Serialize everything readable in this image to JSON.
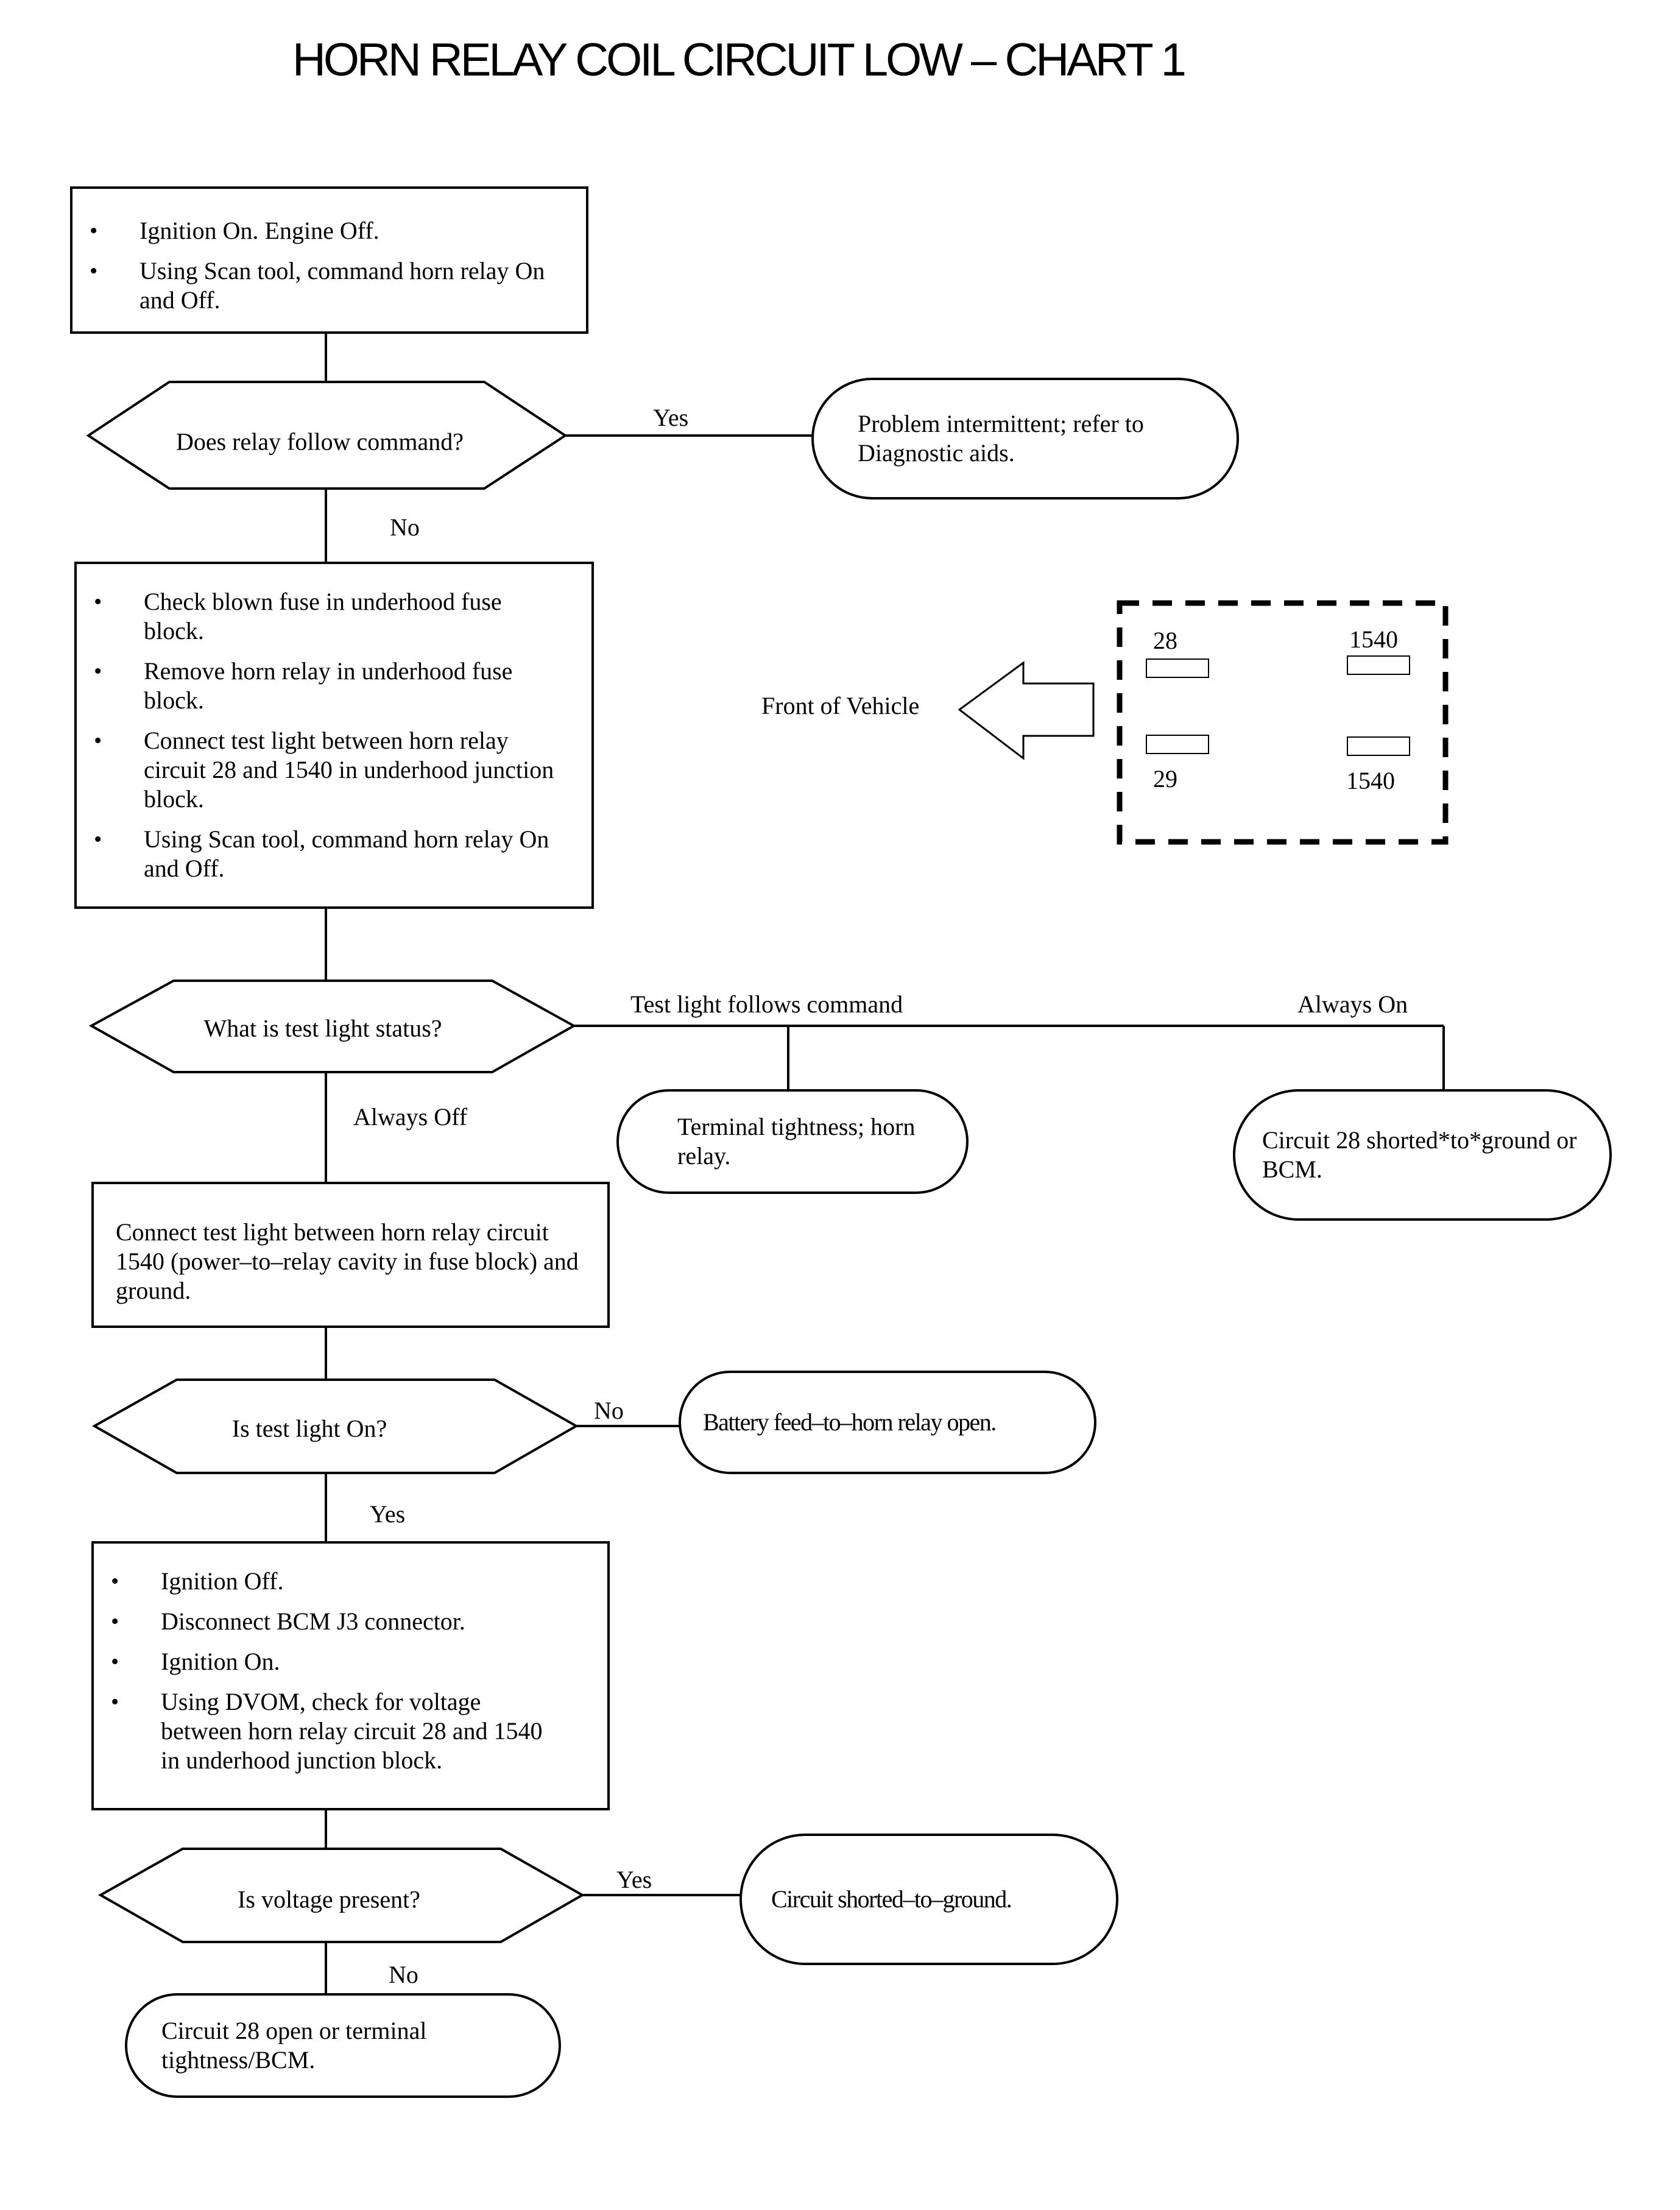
{
  "title": "HORN RELAY COIL CIRCUIT LOW – CHART 1",
  "steps": {
    "step1": [
      "Ignition On. Engine Off.",
      "Using Scan tool, command horn relay On and Off."
    ],
    "step2": [
      "Check blown fuse in underhood fuse block.",
      "Remove horn relay in underhood fuse block.",
      "Connect test light between horn relay circuit 28 and 1540 in underhood junction block.",
      "Using Scan tool, command horn relay On and Off."
    ],
    "step3": "Connect test light between horn relay circuit 1540 (power–to–relay cavity in fuse block) and ground.",
    "step4": [
      "Ignition Off.",
      "Disconnect BCM J3 connector.",
      "Ignition On.",
      "Using DVOM, check for voltage between horn relay circuit 28 and 1540 in underhood junction block."
    ]
  },
  "decisions": {
    "d1": "Does relay follow command?",
    "d2": "What is test light status?",
    "d3": "Is test light On?",
    "d4": "Is voltage present?"
  },
  "terminals": {
    "t1": "Problem intermittent; refer to Diagnostic aids.",
    "t2": "Terminal tightness; horn relay.",
    "t3": "Circuit 28 shorted*to*ground or BCM.",
    "t4": "Battery feed–to–horn relay open.",
    "t5": "Circuit  shorted–to–ground.",
    "t6": "Circuit 28 open or terminal tightness/BCM."
  },
  "edges": {
    "d1_yes": "Yes",
    "d1_no": "No",
    "d2_follows": "Test light follows command",
    "d2_on": "Always On",
    "d2_off": "Always Off",
    "d3_no": "No",
    "d3_yes": "Yes",
    "d4_yes": "Yes",
    "d4_no": "No"
  },
  "relay_diagram": {
    "front_label": "Front of Vehicle",
    "pins": [
      "28",
      "1540",
      "29",
      "1540"
    ]
  }
}
